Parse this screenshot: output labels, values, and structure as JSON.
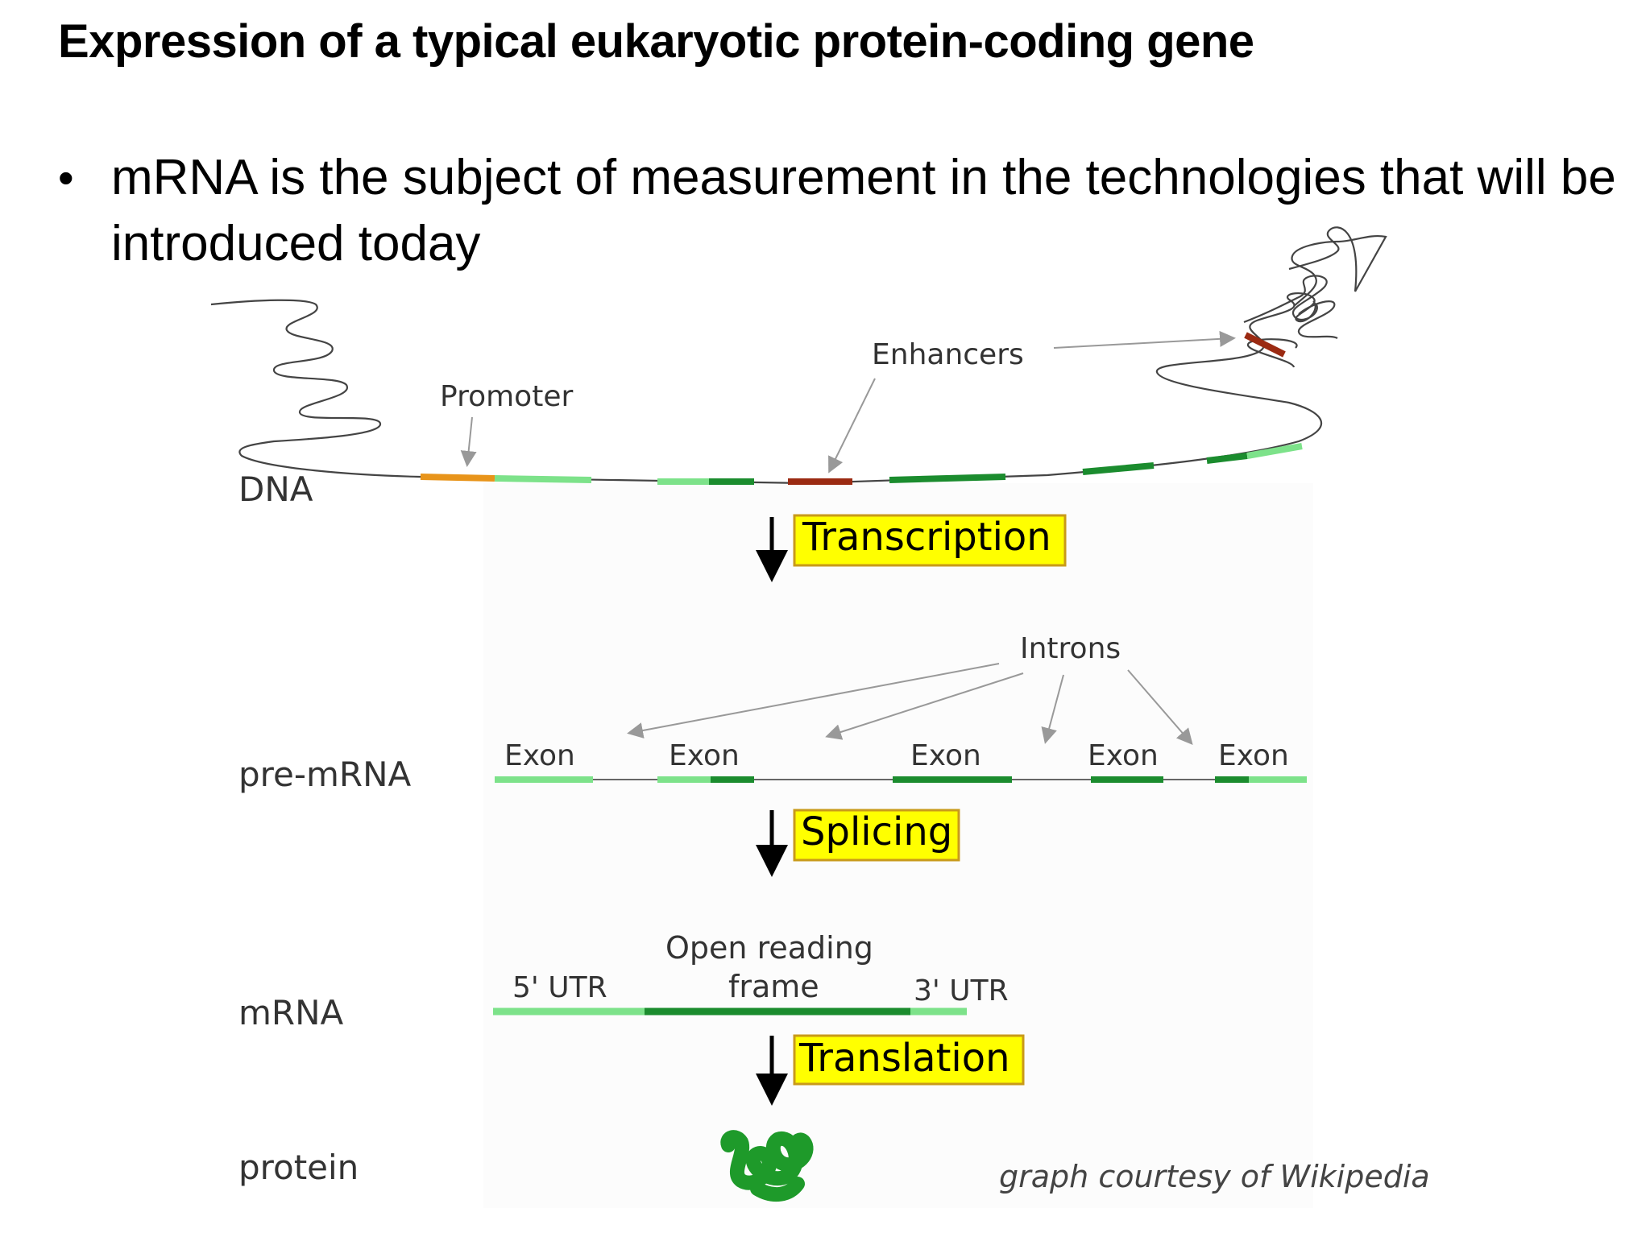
{
  "slide": {
    "title": "Expression of a typical eukaryotic protein-coding gene",
    "bullet": "mRNA is the subject of measurement in the technologies that will be introduced today"
  },
  "diagram": {
    "rows": {
      "dna": "DNA",
      "pre_mrna": "pre-mRNA",
      "mrna": "mRNA",
      "protein": "protein"
    },
    "labels": {
      "promoter": "Promoter",
      "enhancers": "Enhancers",
      "introns": "Introns",
      "exons": [
        "Exon",
        "Exon",
        "Exon",
        "Exon",
        "Exon"
      ],
      "utr5": "5' UTR",
      "orf_line1": "Open reading",
      "orf_line2": "frame",
      "utr3": "3' UTR"
    },
    "steps": {
      "transcription": "Transcription",
      "splicing": "Splicing",
      "translation": "Translation"
    },
    "credit": "graph courtesy of Wikipedia"
  },
  "colors": {
    "promoter": "#e8941a",
    "enhancer": "#9b2a12",
    "exon_light": "#7de28a",
    "exon_dark": "#1b8c2e",
    "step_box": "#ffff00",
    "protein": "#1e9a2a"
  }
}
